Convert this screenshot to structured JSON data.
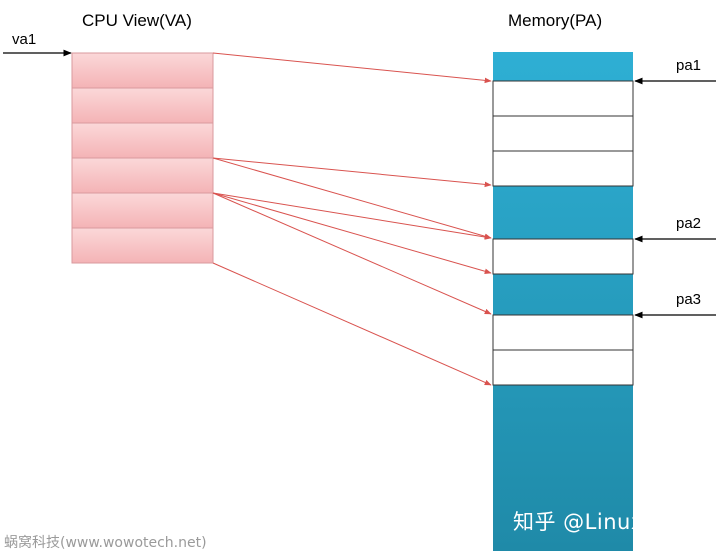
{
  "titles": {
    "cpu_view": "CPU View(VA)",
    "memory": "Memory(PA)"
  },
  "labels": {
    "va1": "va1",
    "pa1": "pa1",
    "pa2": "pa2",
    "pa3": "pa3"
  },
  "watermarks": {
    "left": "蜗窝科技(www.wowotech.net)",
    "right": "知乎 @Linux编程站"
  },
  "colors": {
    "va_page_fill": "#f7c9cb",
    "va_page_stroke": "#d99a9e",
    "memory_fill": "#2aa8cc",
    "memory_fill_dark": "#1f8fb0",
    "arrow_red": "#d9534f",
    "arrow_black": "#000000"
  },
  "diagram": {
    "va_page_count": 6,
    "memory_page_count": 9,
    "mapping": [
      {
        "va_page": 1,
        "pa_page": 1
      },
      {
        "va_page": 4,
        "pa_page": 4
      },
      {
        "va_page": 4,
        "pa_page": 5
      },
      {
        "va_page": 5,
        "pa_page": 5
      },
      {
        "va_page": 5,
        "pa_page": 6
      },
      {
        "va_page": 5,
        "pa_page": 7
      },
      {
        "va_page": 6,
        "pa_page": 9
      }
    ]
  }
}
